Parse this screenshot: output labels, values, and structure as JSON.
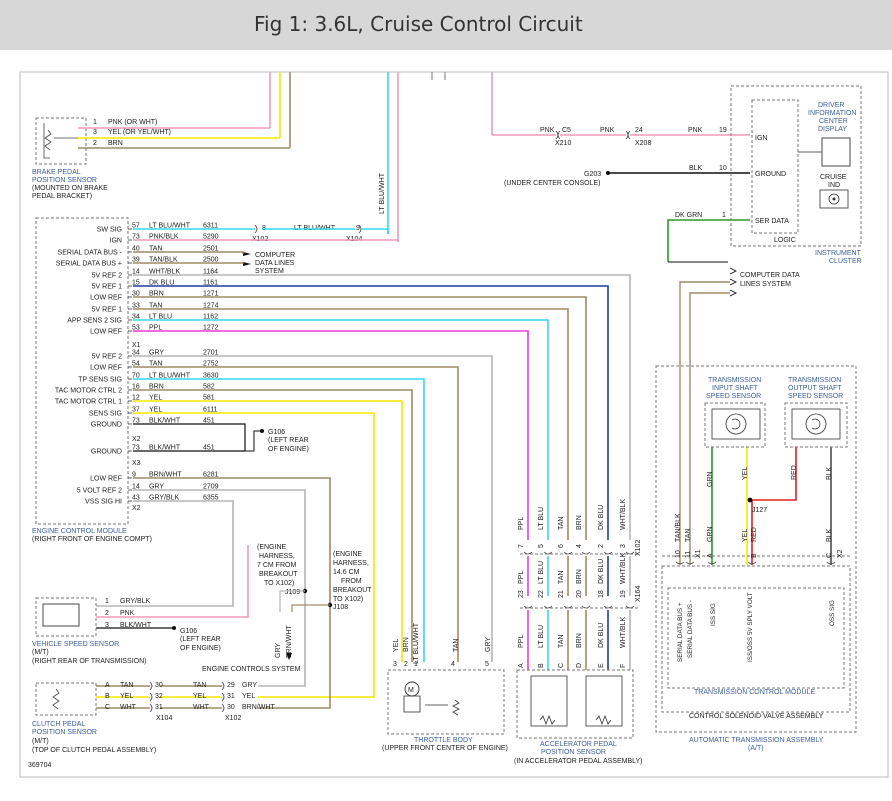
{
  "figure_title": "Fig 1: 3.6L, Cruise Control Circuit",
  "figure_id": "369704",
  "colors": {
    "pink": "#f09ab8",
    "yellow": "#f6e800",
    "cyan": "#33d8ee",
    "tan": "#9f8c66",
    "darkblue": "#1f3f99",
    "gray": "#b6b6b6",
    "magenta": "#e83fd5",
    "green": "#2d9a2d",
    "red": "#e02020",
    "black": "#111111",
    "component_dash": "#777777",
    "label_blue": "#3b5f9e"
  },
  "brake_sensor": {
    "name": "BRAKE PEDAL",
    "name2": "POSITION SENSOR",
    "note": "(MOUNTED ON BRAKE",
    "note2": "PEDAL BRACKET)",
    "pins": [
      "1",
      "3",
      "2"
    ],
    "wires": [
      "PNK (OR WHT)",
      "YEL (OR YEL/WHT)",
      "BRN"
    ]
  },
  "top_right": {
    "pnk1": "PNK",
    "c5": "C5",
    "x210": "X210",
    "pnk2": "PNK",
    "pin24": "24",
    "x208": "X208",
    "pnk3": "PNK",
    "pin19": "19",
    "blk": "BLK",
    "pin10": "10",
    "g203": "G203",
    "under_console": "(UNDER CENTER CONSOLE)",
    "dkgrn": "DK GRN",
    "pin1": "1"
  },
  "instrument_cluster": {
    "ign": "IGN",
    "ground": "GROUND",
    "ser_data": "SER DATA",
    "logic": "LOGIC",
    "dic1": "DRIVER",
    "dic2": "INFORMATION",
    "dic3": "CENTER",
    "dic4": "DISPLAY",
    "cruise1": "CRUISE",
    "cruise2": "IND",
    "name1": "INSTRUMENT",
    "name2": "CLUSTER"
  },
  "computer_data_lines": {
    "line1": "COMPUTER DATA",
    "line2": "LINES SYSTEM"
  },
  "ecm": {
    "labels": [
      "SW SIG",
      "IGN",
      "SERIAL DATA BUS -",
      "SERIAL DATA BUS +",
      "5V REF 2",
      "5V REF 1",
      "LOW REF",
      "5V REF 1",
      "APP SENS 2 SIG",
      "LOW REF",
      "5V REF 2",
      "LOW REF",
      "TP SENS SIG",
      "TAC MOTOR CTRL 2",
      "TAC MOTOR CTRL 1",
      "SENS SIG",
      "GROUND",
      "GROUND",
      "LOW REF",
      "5 VOLT REF 2",
      "VSS SIG HI"
    ],
    "pins": [
      "57",
      "73",
      "40",
      "39",
      "14",
      "15",
      "30",
      "33",
      "34",
      "53",
      "34",
      "54",
      "70",
      "16",
      "12",
      "37",
      "73",
      "73",
      "9",
      "14",
      "43"
    ],
    "colors": [
      "LT BLU/WHT",
      "PNK/BLK",
      "TAN",
      "TAN/BLK",
      "WHT/BLK",
      "DK BLU",
      "BRN",
      "TAN",
      "LT BLU",
      "PPL",
      "GRY",
      "TAN",
      "LT BLU/WHT",
      "BRN",
      "YEL",
      "YEL",
      "BLK/WHT",
      "BLK/WHT",
      "BRN/WHT",
      "GRY",
      "GRY/BLK"
    ],
    "circuits": [
      "6311",
      "5290",
      "2501",
      "2500",
      "1164",
      "1161",
      "1271",
      "1274",
      "1162",
      "1272",
      "2701",
      "2752",
      "3630",
      "582",
      "581",
      "6111",
      "451",
      "451",
      "6281",
      "2709",
      "6355"
    ],
    "x_labels": [
      "X1",
      "X2",
      "X3",
      "X2"
    ],
    "name1": "ENGINE CONTROL MODULE",
    "name2": "(RIGHT FRONT OF ENGINE COMPT)",
    "swsig_conn": {
      "pin8": "8",
      "x102": "X102",
      "color": "LT BLU/WHT",
      "pin9": "9",
      "x104": "X104"
    },
    "vert_ltbluwht": "LT BLU/WHT",
    "serial_lines": [
      "COMPUTER",
      "DATA LINES",
      "SYSTEM"
    ],
    "g106_top": [
      "G106",
      "(LEFT REAR",
      "OF ENGINE)"
    ]
  },
  "harness": {
    "h1": [
      "(ENGINE",
      "HARNESS,",
      "7 CM FROM",
      "BREAKOUT",
      "TO X102)"
    ],
    "h2": [
      "(ENGINE",
      "HARNESS,",
      "14.6 CM",
      "FROM",
      "BREAKOUT",
      "TO X102)"
    ],
    "j109": "J109",
    "j108": "J108",
    "gry": "GRY",
    "brnwht": "BRN/WHT",
    "engine_controls": "ENGINE CONTROLS SYSTEM"
  },
  "vss": {
    "pins": [
      "1",
      "2",
      "3"
    ],
    "wires": [
      "GRY/BLK",
      "PNK",
      "BLK/WHT"
    ],
    "g106": [
      "G106",
      "(LEFT REAR",
      "OF ENGINE)"
    ],
    "name": "VEHICLE SPEED SENSOR",
    "mt": "(M/T)",
    "loc": "(RIGHT REAR OF TRANSMISSION)"
  },
  "clutch": {
    "pins": [
      "A",
      "B",
      "C"
    ],
    "wires": [
      "TAN",
      "YEL",
      "WHT"
    ],
    "mid_pins": [
      "30",
      "32",
      "31"
    ],
    "mid_wires": [
      "TAN",
      "YEL",
      "WHT"
    ],
    "right_pins": [
      "29",
      "31",
      "30"
    ],
    "right_wires": [
      "GRY",
      "YEL",
      "BRN/WHT"
    ],
    "x104": "X104",
    "x102": "X102",
    "name1": "CLUTCH PEDAL",
    "name2": "POSITION SENSOR",
    "mt": "(M/T)",
    "loc": "(TOP OF CLUTCH PEDAL ASSEMBLY)"
  },
  "throttle": {
    "pins": [
      "3",
      "2",
      "1",
      "4",
      "5"
    ],
    "wires": [
      "YEL",
      "BRN",
      "LT BLU/WHT",
      "TAN",
      "GRY"
    ],
    "motor": "M",
    "name": "THROTTLE BODY",
    "loc": "(UPPER FRONT CENTER OF ENGINE)"
  },
  "app": {
    "top_pins": [
      "7",
      "5",
      "6",
      "4",
      "2",
      "3"
    ],
    "top_wires": [
      "PPL",
      "LT BLU",
      "TAN",
      "BRN",
      "DK BLU",
      "WHT/BLK"
    ],
    "x102": "X102",
    "mid_pins": [
      "23",
      "22",
      "21",
      "20",
      "18",
      "19"
    ],
    "mid_wires": [
      "PPL",
      "LT BLU",
      "TAN",
      "BRN",
      "DK BLU",
      "WHT/BLK"
    ],
    "x164": "X164",
    "bot_pins": [
      "A",
      "B",
      "C",
      "D",
      "E",
      "F"
    ],
    "bot_wires": [
      "PPL",
      "LT BLU",
      "TAN",
      "BRN",
      "DK BLU",
      "WHT/BLK"
    ],
    "name": "ACCELERATOR PEDAL",
    "name2": "POSITION SENSOR",
    "loc": "(IN ACCELERATOR PEDAL ASSEMBLY)"
  },
  "transmission": {
    "input_sensor": [
      "TRANSMISSION",
      "INPUT SHAFT",
      "SPEED SENSOR"
    ],
    "output_sensor": [
      "TRANSMISSION",
      "OUTPUT SHAFT",
      "SPEED SENSOR"
    ],
    "wires_top": [
      "GRN",
      "YEL",
      "RED",
      "BLK"
    ],
    "j127": "J127",
    "left_wires": [
      "TAN/BLK",
      "TAN"
    ],
    "left_pins": [
      "10",
      "11"
    ],
    "lower_wires": [
      "GRN",
      "YEL",
      "RED",
      "BLK"
    ],
    "lower_pins": [
      "A",
      "B",
      "C"
    ],
    "x2": "X2",
    "x1": "X1",
    "tcm_labels": [
      "SERIAL DATA BUS +",
      "SERIAL DATA BUS -",
      "ISS SIG",
      "ISS/OSS 5V SPLY VOLT",
      "OSS SIG"
    ],
    "tcm": "TRANSMISSION CONTROL MODULE",
    "solenoid": "CONTROL SOLENOID VALVE ASSEMBLY",
    "name": "AUTOMATIC TRANSMISSION ASSEMBLY",
    "at": "(A/T)"
  }
}
